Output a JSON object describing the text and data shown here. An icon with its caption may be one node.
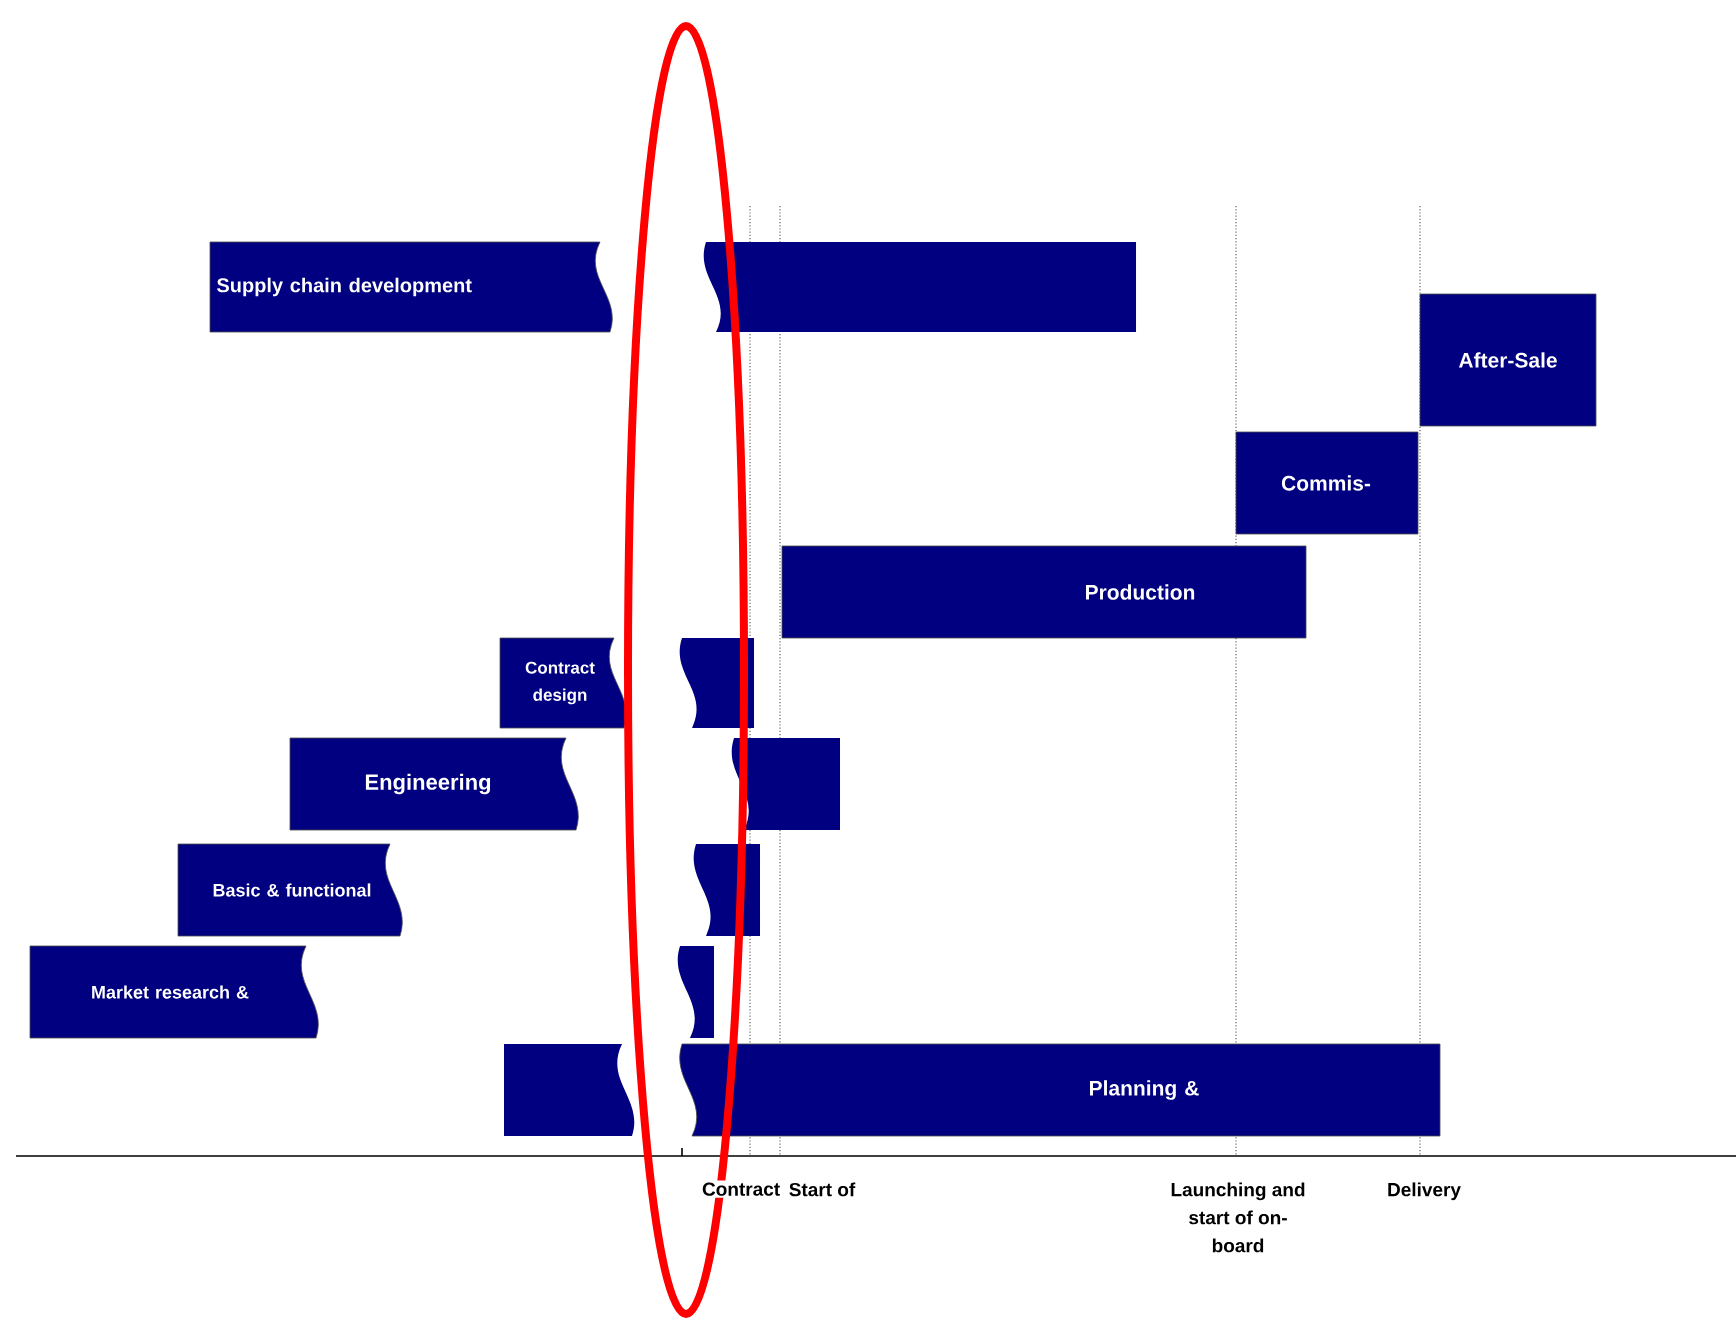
{
  "diagram": {
    "nodes": [
      {
        "text": [
          "Supply chain development"
        ]
      },
      {
        "text": [],
        "shape": "bar"
      },
      {
        "text": [
          "After-Sale"
        ]
      },
      {
        "text": [
          "Commis-"
        ]
      },
      {
        "text": [
          "Production"
        ]
      },
      {
        "text": [
          "Contract design"
        ]
      },
      {
        "text": [],
        "shape": "bar"
      },
      {
        "text": [
          "Engineering"
        ]
      },
      {
        "text": [],
        "shape": "bar"
      },
      {
        "text": [
          "Basic & functional"
        ]
      },
      {
        "text": [],
        "shape": "bar"
      },
      {
        "text": [
          "Market research &"
        ]
      },
      {
        "text": [],
        "shape": "bar"
      },
      {
        "text": [],
        "shape": "bar"
      },
      {
        "text": [
          "Planning &"
        ]
      }
    ],
    "labels": [
      "Contract",
      "Start of",
      "Launching and start of on- board",
      "Delivery"
    ]
  }
}
